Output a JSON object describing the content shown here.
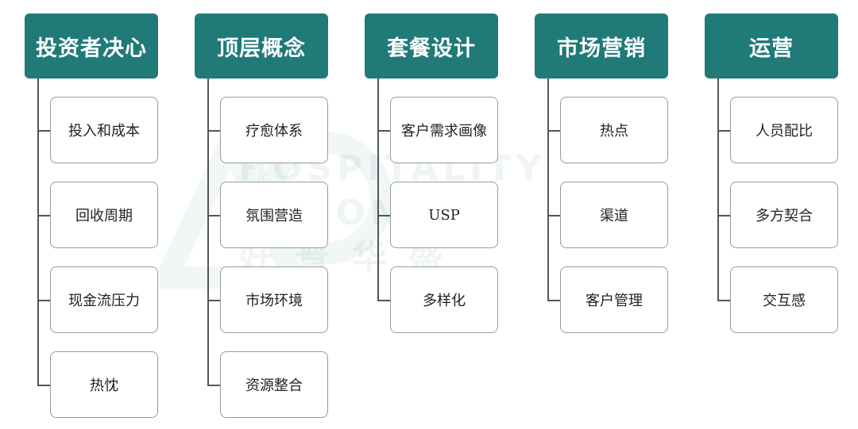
{
  "watermark": {
    "lines": [
      "HOSPITALITY",
      "VISION",
      "好 普 华 盛"
    ]
  },
  "columns": [
    {
      "title": "投资者决心",
      "items": [
        "投入和成本",
        "回收周期",
        "现金流压力",
        "热忱"
      ]
    },
    {
      "title": "顶层概念",
      "items": [
        "疗愈体系",
        "氛围营造",
        "市场环境",
        "资源整合"
      ]
    },
    {
      "title": "套餐设计",
      "items": [
        "客户需求画像",
        "USP",
        "多样化"
      ]
    },
    {
      "title": "市场营销",
      "items": [
        "热点",
        "渠道",
        "客户管理"
      ]
    },
    {
      "title": "运营",
      "items": [
        "人员配比",
        "多方契合",
        "交互感"
      ]
    }
  ],
  "colors": {
    "header_bg": "#1f7a78",
    "header_text": "#ffffff",
    "connector": "#555555",
    "item_border": "#9a9a9a"
  }
}
